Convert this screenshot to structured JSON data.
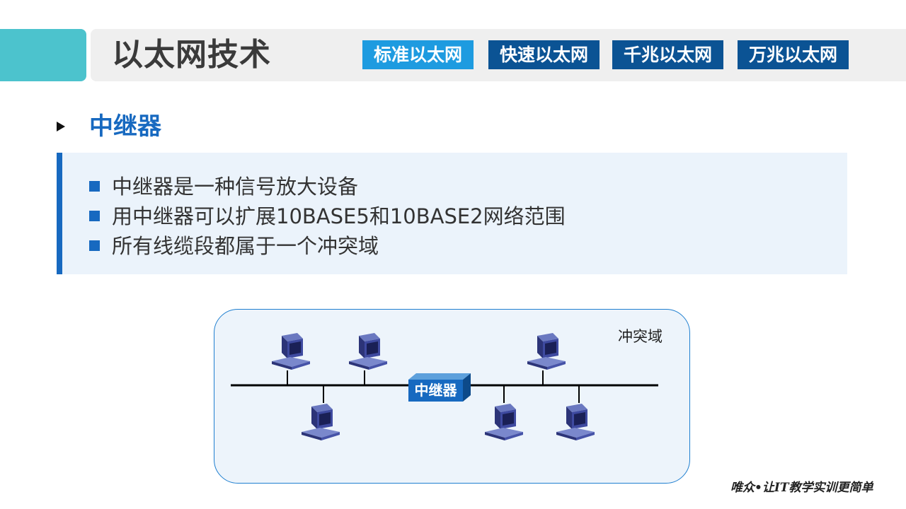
{
  "header": {
    "title": "以太网技术",
    "tabs": [
      {
        "label": "标准以太网",
        "active": true
      },
      {
        "label": "快速以太网",
        "active": false
      },
      {
        "label": "千兆以太网",
        "active": false
      },
      {
        "label": "万兆以太网",
        "active": false
      }
    ]
  },
  "section": {
    "title": "中继器",
    "bullets": [
      "中继器是一种信号放大设备",
      "用中继器可以扩展10BASE5和10BASE2网络范围",
      "所有线缆段都属于一个冲突域"
    ]
  },
  "diagram": {
    "domain_label": "冲突域",
    "repeater_label": "中继器",
    "computer_icon": "computer-icon",
    "computer_count": 6
  },
  "footer": {
    "slogan": "唯众•让IT教学实训更简单"
  },
  "colors": {
    "accent": "#4cc3cd",
    "tab_active": "#1e9be0",
    "tab_inactive": "#0b5394",
    "primary_blue": "#1769c0",
    "box_bg": "#ebf3fb"
  }
}
